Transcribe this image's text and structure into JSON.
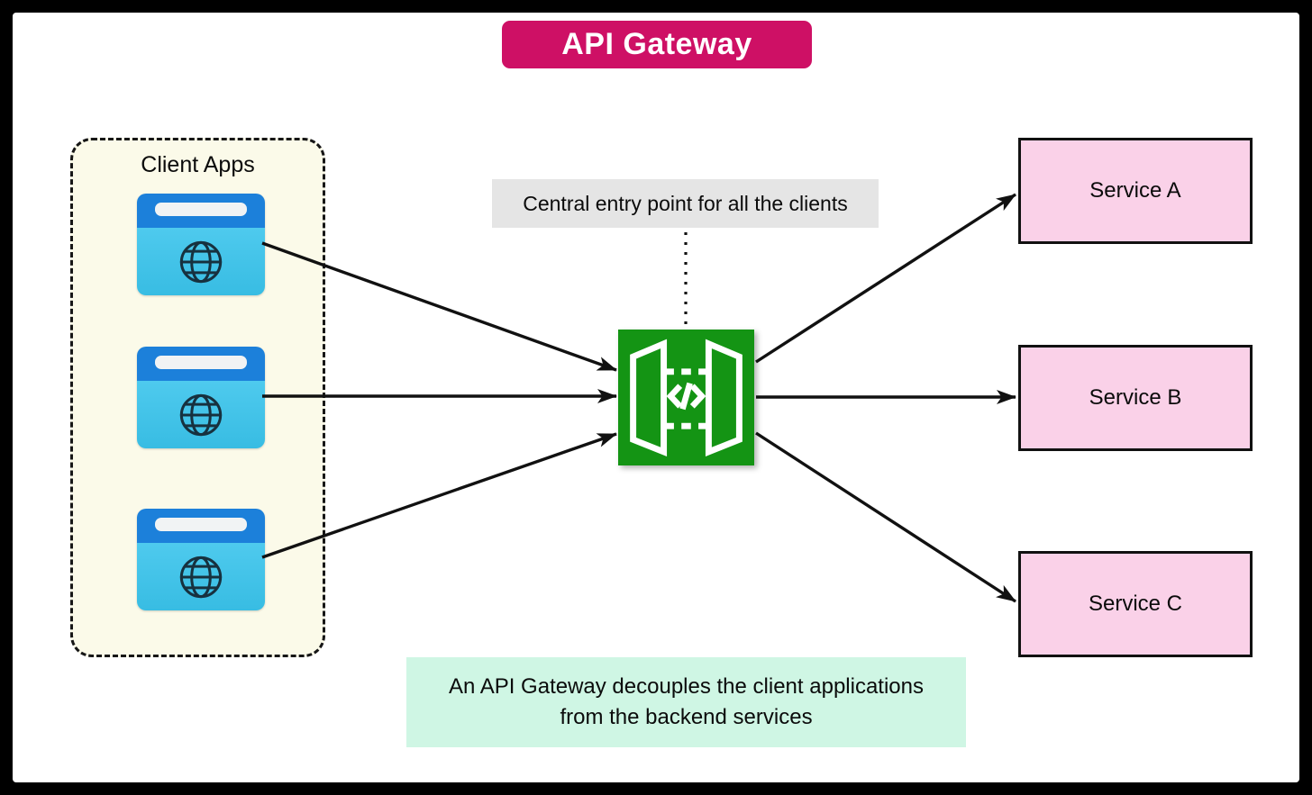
{
  "diagram": {
    "title": "API Gateway",
    "client_group": {
      "label": "Client Apps",
      "apps": [
        {
          "icon": "web-browser-icon"
        },
        {
          "icon": "web-browser-icon"
        },
        {
          "icon": "web-browser-icon"
        }
      ]
    },
    "gateway": {
      "icon": "api-gateway-icon",
      "glyph": "</>",
      "annotation": "Central entry point for all the clients"
    },
    "services": [
      {
        "label": "Service A"
      },
      {
        "label": "Service B"
      },
      {
        "label": "Service C"
      }
    ],
    "note": {
      "line1": "An API Gateway decouples the client applications",
      "line2": "from the backend services"
    },
    "colors": {
      "title_bg": "#CE1065",
      "client_group_bg": "#FBFAE9",
      "browser_top": "#1C80DA",
      "browser_body": "#3AC4EC",
      "annotation_bg": "#E5E5E5",
      "gateway_green": "#149414",
      "service_bg": "#FAD1E8",
      "note_bg": "#CFF6E4",
      "arrow": "#111111"
    }
  }
}
